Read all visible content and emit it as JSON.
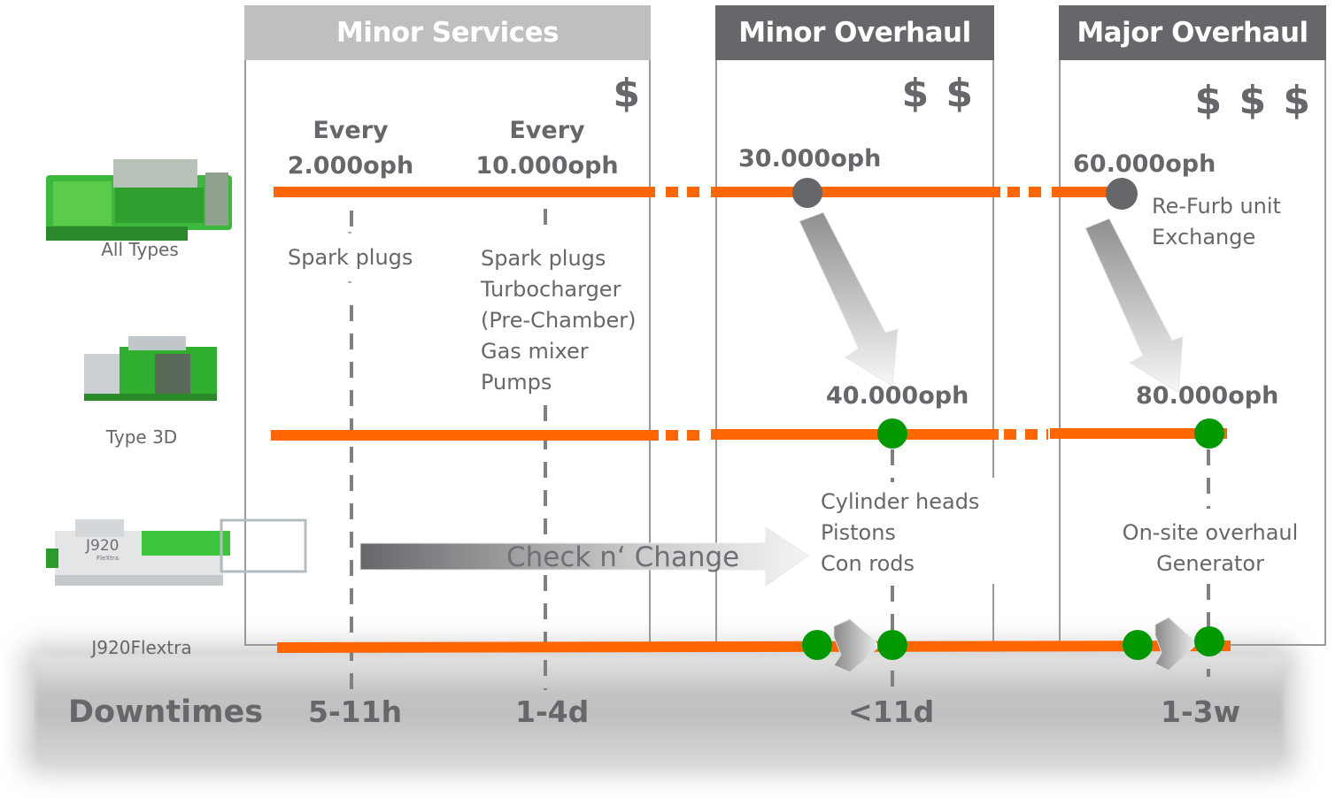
{
  "colors": {
    "timeline": "#ff6600",
    "panel_light": "#bfbfbf",
    "panel_dark": "#65676b",
    "marker_grey": "#65676b",
    "marker_green": "#009900",
    "text": "#65676b"
  },
  "panels": [
    {
      "title": "Minor Services",
      "cost": "$",
      "style": "light"
    },
    {
      "title": "Minor Overhaul",
      "cost": "$ $",
      "style": "dark"
    },
    {
      "title": "Major Overhaul",
      "cost": "$ $ $",
      "style": "dark"
    }
  ],
  "rows": [
    {
      "label": "All Types",
      "icon": "gas-engine-image"
    },
    {
      "label": "Type 3D",
      "icon": "gas-engine-image"
    },
    {
      "label": "J920Flextra",
      "icon": "j920-engine-image",
      "badge_text": "J920",
      "badge_sub": "FleXtra"
    }
  ],
  "intervals": {
    "every_2000": {
      "line1": "Every",
      "line2": "2.000oph"
    },
    "every_10000": {
      "line1": "Every",
      "line2": "10.000oph"
    },
    "oph_30000": "30.000oph",
    "oph_60000": "60.000oph",
    "oph_40000": "40.000oph",
    "oph_80000": "80.000oph"
  },
  "tasks": {
    "minor_2000": [
      "-",
      "Spark plugs",
      "-"
    ],
    "minor_10000": [
      "Spark plugs",
      "Turbocharger",
      "(Pre-Chamber)",
      "Gas mixer",
      "Pumps"
    ],
    "refurb": [
      "Re-Furb unit",
      "Exchange"
    ],
    "minor_overhaul": [
      "Cylinder heads",
      "Pistons",
      "Con rods"
    ],
    "major_overhaul": [
      "On-site overhaul",
      "Generator"
    ]
  },
  "check_arrow_label": "Check n‘ Change",
  "downtimes": {
    "label": "Downtimes",
    "values": [
      "5-11h",
      "1-4d",
      "<11d",
      "1-3w"
    ]
  }
}
